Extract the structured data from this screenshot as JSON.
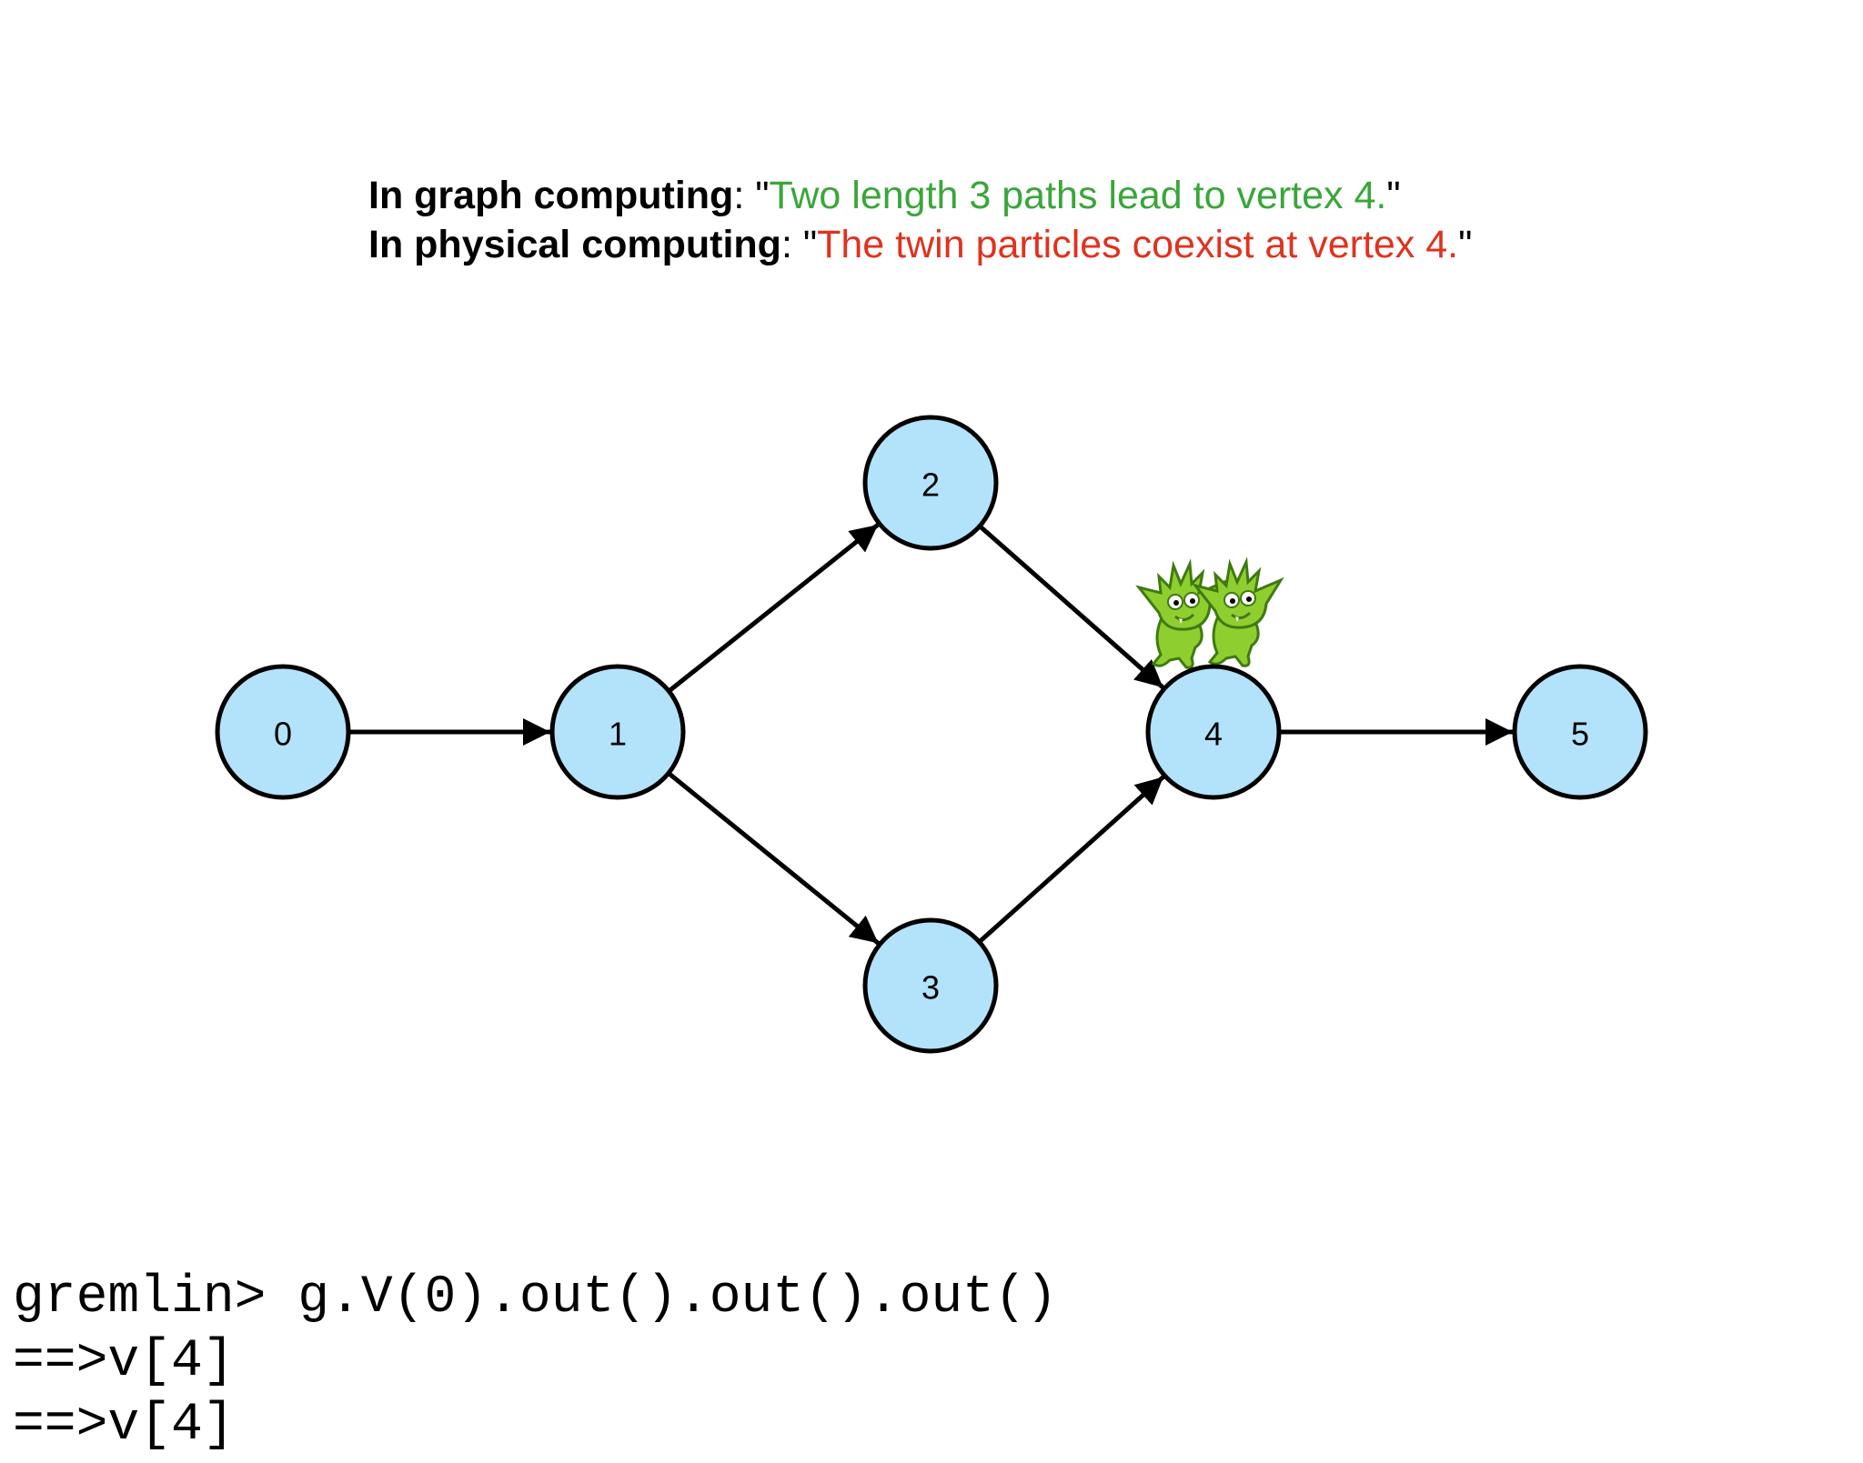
{
  "caption": {
    "graph_label": "In graph computing",
    "graph_sep": ": \"",
    "graph_quote": "Two length 3 paths lead to vertex 4.",
    "graph_end": "\"",
    "physical_label": "In physical computing",
    "physical_sep": ": \"",
    "physical_quote": "The twin particles coexist at vertex 4.",
    "physical_end": "\""
  },
  "graph": {
    "vertices": [
      {
        "id": "0",
        "label": "0"
      },
      {
        "id": "1",
        "label": "1"
      },
      {
        "id": "2",
        "label": "2"
      },
      {
        "id": "3",
        "label": "3"
      },
      {
        "id": "4",
        "label": "4"
      },
      {
        "id": "5",
        "label": "5"
      }
    ],
    "edges": [
      {
        "from": "0",
        "to": "1"
      },
      {
        "from": "1",
        "to": "2"
      },
      {
        "from": "1",
        "to": "3"
      },
      {
        "from": "2",
        "to": "4"
      },
      {
        "from": "3",
        "to": "4"
      },
      {
        "from": "4",
        "to": "5"
      }
    ],
    "traverser_icons": [
      "gremlin-icon",
      "gremlin-icon"
    ]
  },
  "console": {
    "prompt": "gremlin> ",
    "command": "g.V(0).out().out().out()",
    "results": [
      "==>v[4]",
      "==>v[4]"
    ]
  },
  "colors": {
    "node_fill": "#b3e2fb",
    "node_stroke": "#000000",
    "edge": "#000000",
    "green_text": "#3aa63a",
    "red_text": "#e0321e",
    "gremlin_green": "#8fce2f"
  }
}
